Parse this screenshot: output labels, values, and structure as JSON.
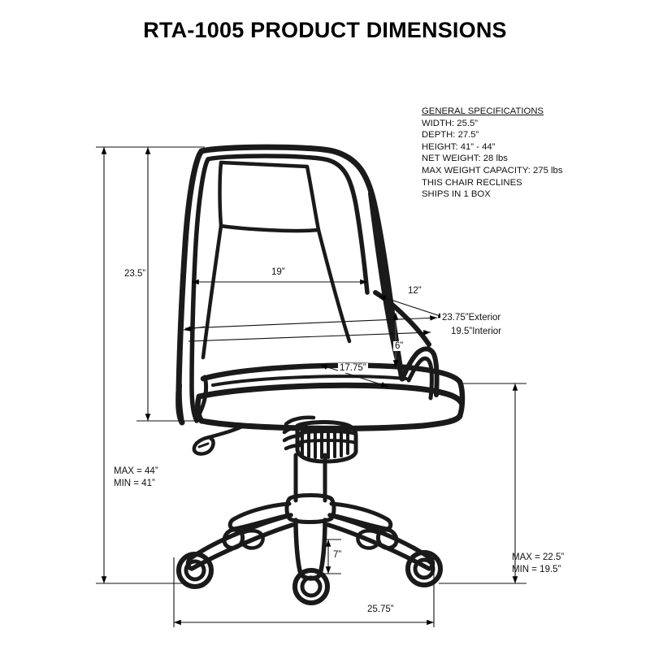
{
  "page": {
    "title": "RTA-1005 PRODUCT DIMENSIONS",
    "background_color": "#ffffff",
    "line_color": "#000000"
  },
  "specifications": {
    "heading": "GENERAL SPECIFICATIONS",
    "lines": [
      "WIDTH: 25.5”",
      "DEPTH: 27.5”",
      "HEIGHT: 41” - 44”",
      "NET WEIGHT: 28 lbs",
      "MAX WEIGHT CAPACITY: 275 lbs",
      "THIS CHAIR RECLINES",
      "SHIPS IN 1 BOX"
    ]
  },
  "dimensions": {
    "back_height": "23.5”",
    "back_width": "19”",
    "armrest_top": "12”",
    "exterior_width": "23.75”Exterior",
    "interior_width": "19.5”Interior",
    "arm_height": "6”",
    "seat_depth": "17.75”",
    "overall_height_max": "MAX = 44”",
    "overall_height_min": "MIN = 41”",
    "seat_height_max": "MAX = 22.5”",
    "seat_height_min": "MIN = 19.5”",
    "caster_height": "7”",
    "base_width": "25.75”"
  }
}
